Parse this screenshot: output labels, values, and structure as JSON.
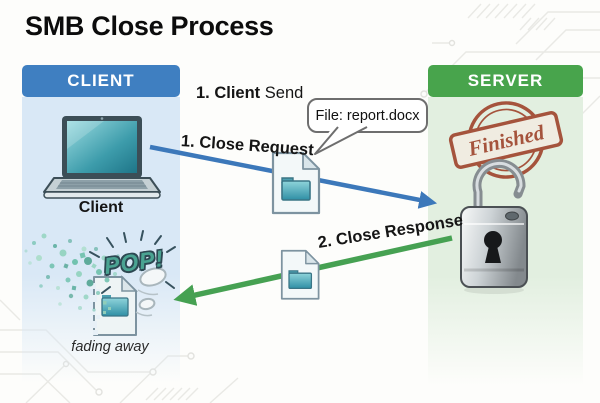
{
  "title": "SMB Close Process",
  "client": {
    "header": "CLIENT",
    "device_label": "Client",
    "header_color": "#3f7fc1",
    "body_color": "#d9e8f6"
  },
  "server": {
    "header": "SERVER",
    "stamp_text": "Finished",
    "stamp_color": "#a24b34",
    "header_color": "#48a44c",
    "body_color": "#e2efe0"
  },
  "flow": {
    "note_bold": "1. Client",
    "note_rest": " Send",
    "file_bubble": "File: report.docx",
    "request_label": "1. Close Request",
    "request_arrow_color": "#3c78ba",
    "response_label": "2. Close Response",
    "response_arrow_color": "#46a152"
  },
  "effects": {
    "pop_text": "POP!",
    "fading_text": "fading away"
  },
  "icons": {
    "client_device": "laptop-icon",
    "request_payload": "file-document-icon",
    "response_payload": "file-document-icon",
    "server_state": "open-padlock-icon",
    "server_status": "finished-stamp-icon",
    "client_file_gone": "dissolving-file-icon"
  }
}
